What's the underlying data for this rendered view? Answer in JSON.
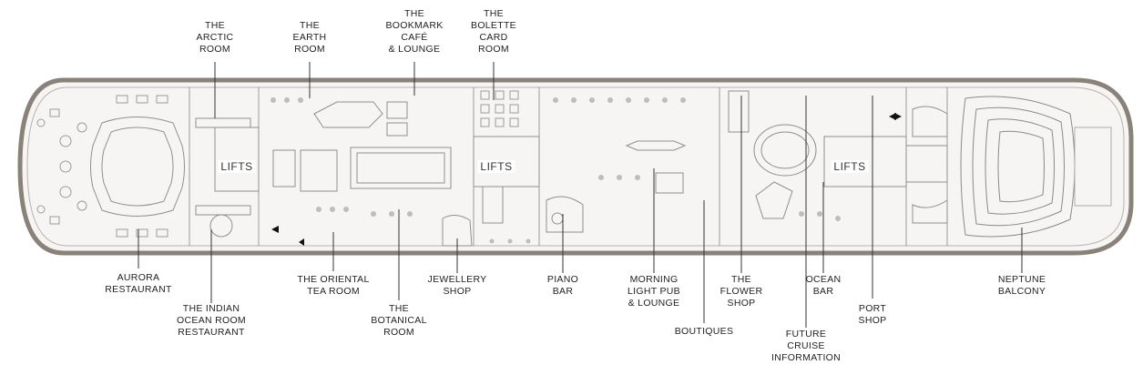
{
  "deck": {
    "hull_color": "#8a8178",
    "interior_color": "#f6f5f3",
    "detail_color": "#9a9a9a",
    "accent_color": "#111111"
  },
  "lifts_label": "LIFTS",
  "top_labels": [
    {
      "key": "arctic",
      "text": "THE\nARCTIC\nROOM"
    },
    {
      "key": "earth",
      "text": "THE\nEARTH\nROOM"
    },
    {
      "key": "bookmark",
      "text": "THE\nBOOKMARK\nCAFÉ\n& LOUNGE"
    },
    {
      "key": "bolette",
      "text": "THE\nBOLETTE\nCARD\nROOM"
    }
  ],
  "bottom_labels": [
    {
      "key": "aurora",
      "text": "AURORA\nRESTAURANT"
    },
    {
      "key": "indian",
      "text": "THE INDIAN\nOCEAN ROOM\nRESTAURANT"
    },
    {
      "key": "oriental",
      "text": "THE ORIENTAL\nTEA ROOM"
    },
    {
      "key": "botanical",
      "text": "THE\nBOTANICAL\nROOM"
    },
    {
      "key": "jewellery",
      "text": "JEWELLERY\nSHOP"
    },
    {
      "key": "piano",
      "text": "PIANO\nBAR"
    },
    {
      "key": "morning",
      "text": "MORNING\nLIGHT PUB\n& LOUNGE"
    },
    {
      "key": "boutiques",
      "text": "BOUTIQUES"
    },
    {
      "key": "flower",
      "text": "THE\nFLOWER\nSHOP"
    },
    {
      "key": "future",
      "text": "FUTURE\nCRUISE\nINFORMATION"
    },
    {
      "key": "ocean",
      "text": "OCEAN\nBAR"
    },
    {
      "key": "port",
      "text": "PORT\nSHOP"
    },
    {
      "key": "neptune",
      "text": "NEPTUNE\nBALCONY"
    }
  ]
}
